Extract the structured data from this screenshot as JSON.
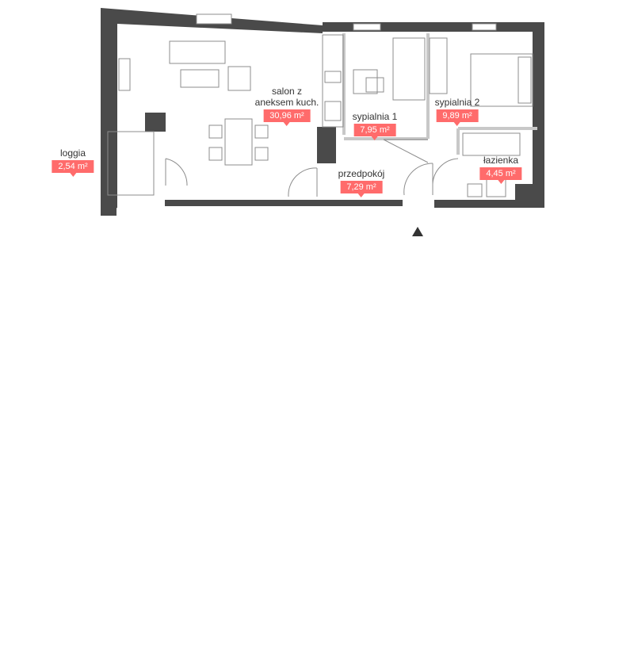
{
  "colors": {
    "wall": "#4a4a4a",
    "line": "#8c8c8c",
    "accent": "#ff6b6b",
    "text": "#333333"
  },
  "rooms": [
    {
      "id": "salon",
      "name": "salon z\naneksem kuch.",
      "area": "30,96 m²"
    },
    {
      "id": "sypialnia1",
      "name": "sypialnia 1",
      "area": "7,95 m²"
    },
    {
      "id": "sypialnia2",
      "name": "sypialnia 2",
      "area": "9,89 m²"
    },
    {
      "id": "lazienka",
      "name": "łazienka",
      "area": "4,45 m²"
    },
    {
      "id": "przedpokoj",
      "name": "przedpokój",
      "area": "7,29 m²"
    },
    {
      "id": "loggia",
      "name": "loggia",
      "area": "2,54 m²"
    }
  ],
  "entrance": {
    "icon": "entrance-arrow-icon"
  }
}
